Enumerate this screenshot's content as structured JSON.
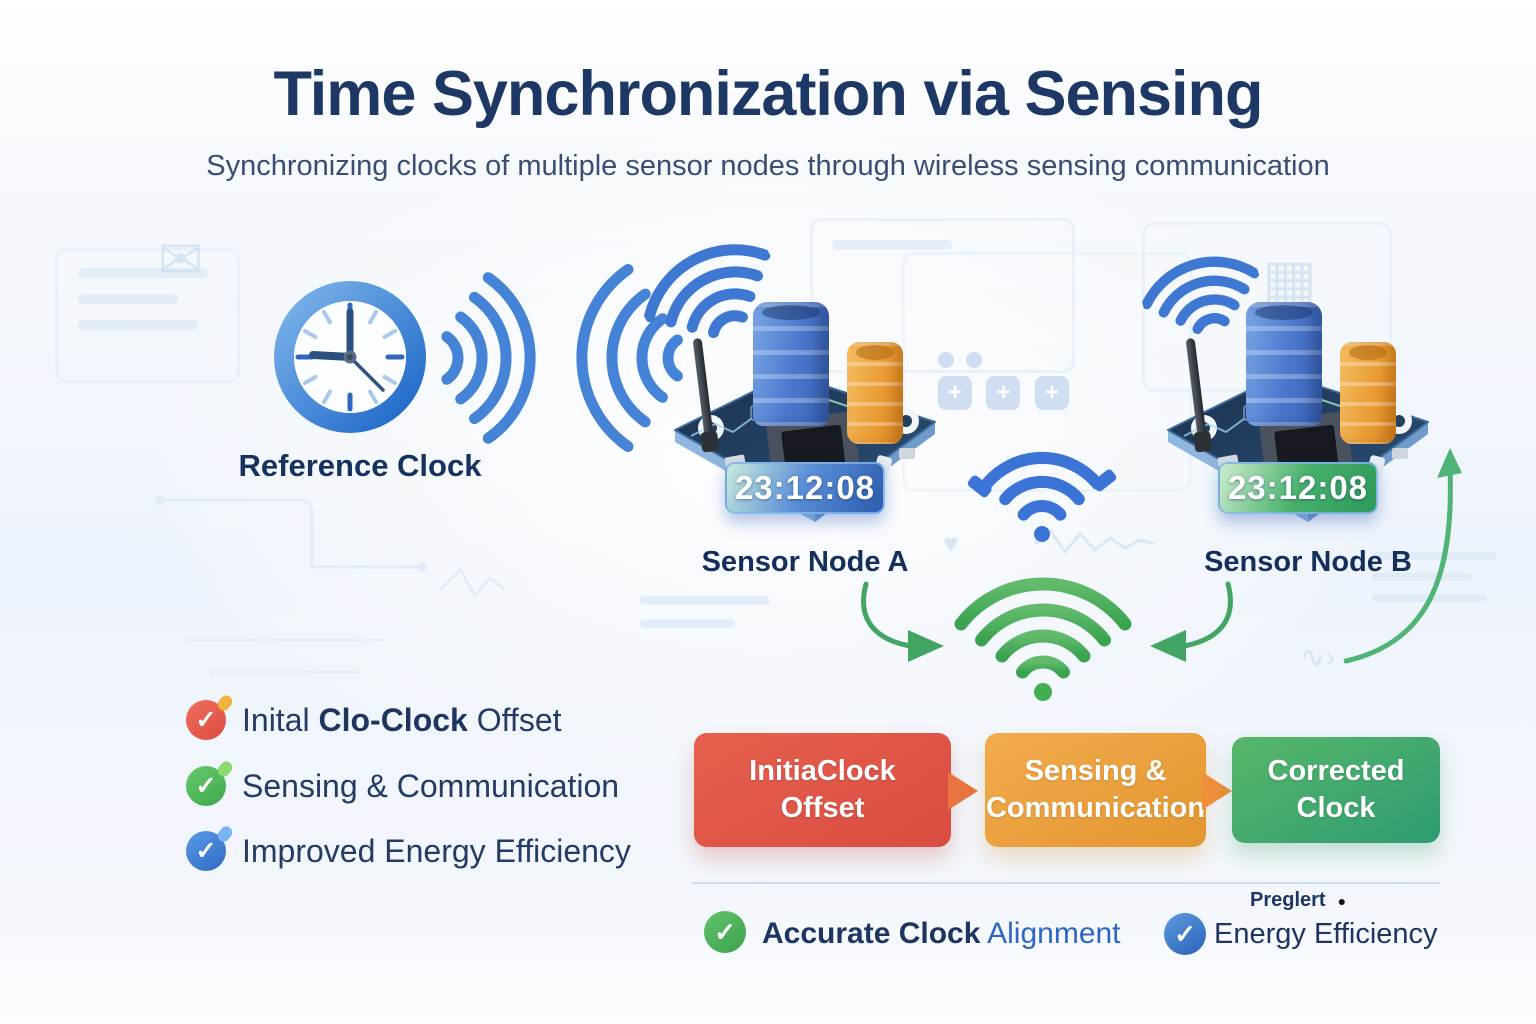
{
  "header": {
    "title": "Time Synchronization via Sensing",
    "subtitle": "Synchronizing clocks of multiple sensor nodes through wireless sensing communication"
  },
  "reference_clock": {
    "label": "Reference Clock"
  },
  "sensor_nodes": [
    {
      "label": "Sensor Node A",
      "time": "23:12:08"
    },
    {
      "label": "Sensor Node B",
      "time": "23:12:08"
    }
  ],
  "checklist": [
    {
      "pre": "Inital ",
      "bold": "Clo-Clock",
      "post": " Offset",
      "color": "#e4564b"
    },
    {
      "pre": "Sensing & Communication",
      "bold": "",
      "post": "",
      "color": "#4db45e"
    },
    {
      "pre": "Improved Energy Efficiency",
      "bold": "",
      "post": "",
      "color": "#3f82d6"
    }
  ],
  "flow": {
    "steps": [
      {
        "line1": "InitiaClock",
        "line2": "Offset",
        "color": "#e0564a"
      },
      {
        "line1": "Sensing &",
        "line2": "Communication",
        "color": "#eda345"
      },
      {
        "line1": "Corrected",
        "line2": "Clock",
        "color": "#43a86e"
      }
    ]
  },
  "outcomes": {
    "alignment": {
      "bold": "Accurate Clock",
      "rest": " Alignment"
    },
    "energy": {
      "tag": "Preglert",
      "bullet": "●",
      "label": "Energy Efficiency"
    }
  },
  "icons": {
    "check": "✓"
  },
  "colors": {
    "navy": "#1e3866",
    "subtitle": "#3b4e71",
    "wifi_blue": "#3e78d2",
    "wifi_green": "#47a857",
    "box_red": "#e0564a",
    "box_orange": "#eda345",
    "box_green": "#43a86e",
    "accent_blue": "#2e66c4"
  }
}
